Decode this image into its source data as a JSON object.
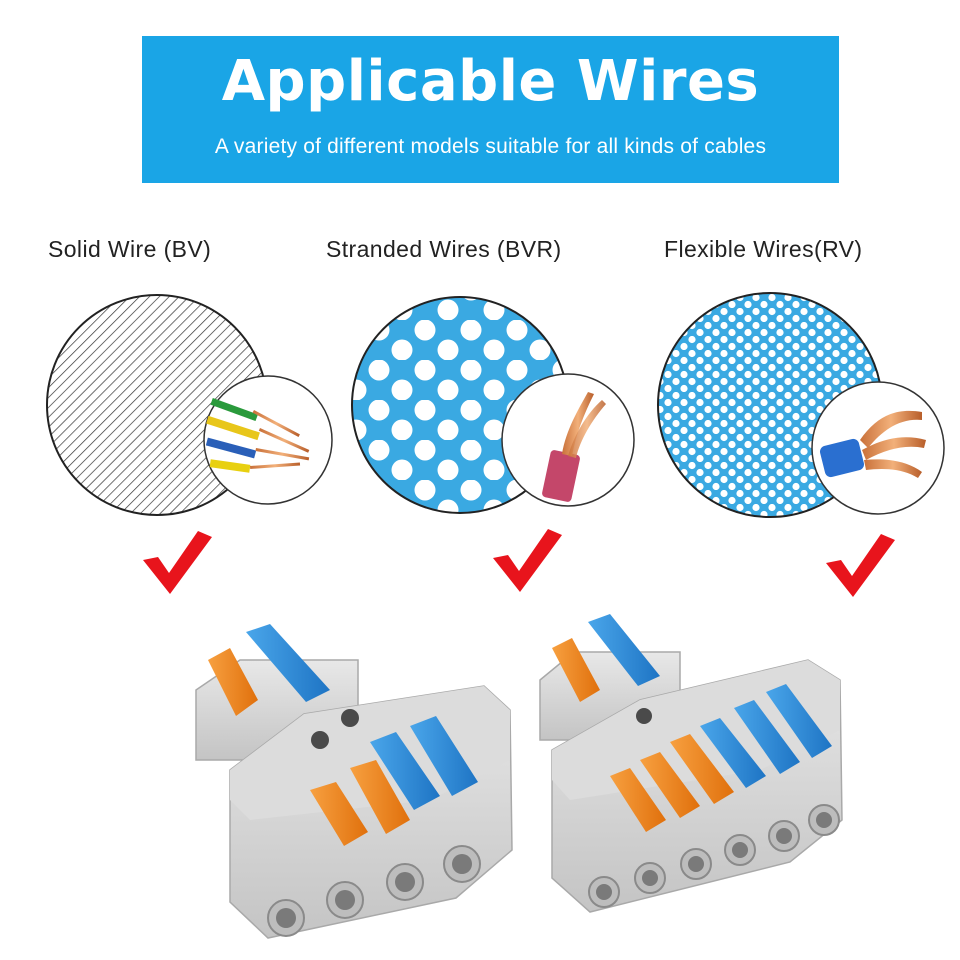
{
  "banner": {
    "title": "Applicable Wires",
    "subtitle": "A variety of different models suitable for all kinds of cables"
  },
  "wire_types": [
    {
      "label": "Solid Wire (BV)",
      "supported": true
    },
    {
      "label": "Stranded Wires (BVR)",
      "supported": true
    },
    {
      "label": "Flexible Wires(RV)",
      "supported": true
    }
  ],
  "colors": {
    "banner": "#1aa5e6",
    "strand_fill": "#3aa9e2",
    "check": "#e8141c",
    "lever_orange": "#f28a1e",
    "lever_blue": "#2a8fdc",
    "housing": "#d7d7d7"
  },
  "products": [
    {
      "name": "2-in-4-out connector",
      "levers_in": [
        "orange",
        "blue"
      ],
      "levers_out": [
        "orange",
        "orange",
        "blue",
        "blue"
      ]
    },
    {
      "name": "2-in-6-out connector",
      "levers_in": [
        "orange",
        "blue"
      ],
      "levers_out": [
        "orange",
        "orange",
        "orange",
        "blue",
        "blue",
        "blue"
      ]
    }
  ]
}
